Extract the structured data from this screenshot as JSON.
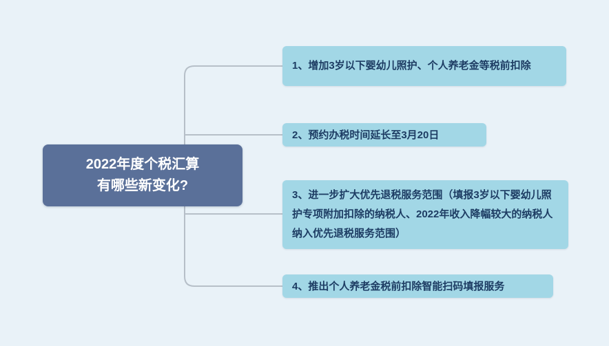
{
  "colors": {
    "background": "#e9f2f8",
    "root_background": "#5a7099",
    "root_text": "#ffffff",
    "branch_background": "#a2d7e6",
    "branch_text": "#1d3c63",
    "connector": "#b6bfc8"
  },
  "root": {
    "label": "2022年度个税汇算\n有哪些新变化?"
  },
  "branches": [
    {
      "label": "1、增加3岁以下婴幼儿照护、个人养老金等税前扣除"
    },
    {
      "label": "2、预约办税时间延长至3月20日"
    },
    {
      "label": "3、进一步扩大优先退税服务范围（填报3岁以下婴幼儿照护专项附加扣除的纳税人、2022年收入降幅较大的纳税人纳入优先退税服务范围）"
    },
    {
      "label": "4、推出个人养老金税前扣除智能扫码填报服务"
    }
  ]
}
